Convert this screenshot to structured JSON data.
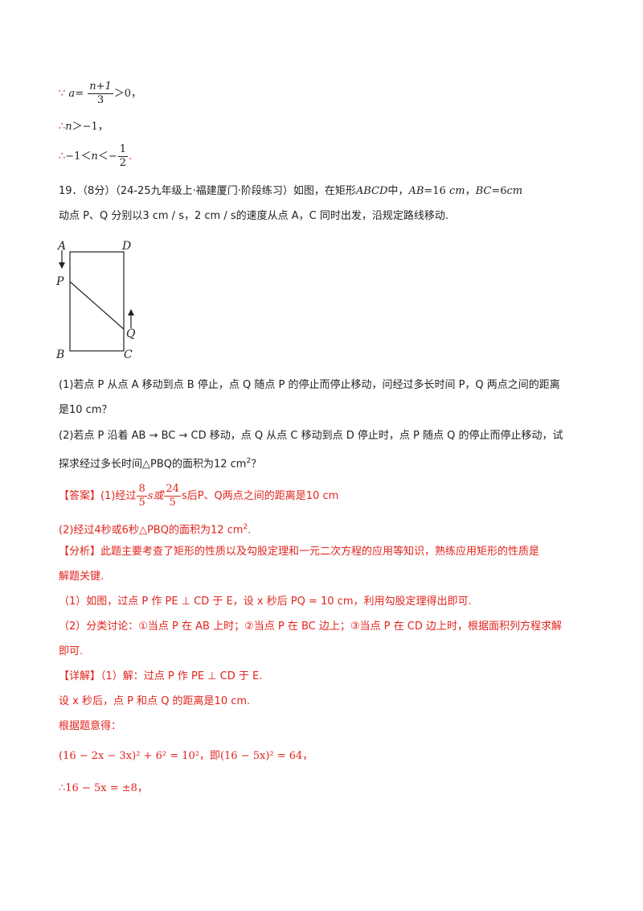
{
  "prev": {
    "l1": {
      "sym": "∵",
      "a": "a",
      "eq": "=",
      "num": "n+1",
      "den": "3",
      "tail": "＞0，"
    },
    "l2": {
      "sym": "∴",
      "n": "n",
      "tail": "＞−1，"
    },
    "l3": {
      "sym": "∴",
      "pre": "−1＜",
      "n": "n",
      "mid": "＜−",
      "num": "1",
      "den": "2",
      "tail": "."
    }
  },
  "q19": {
    "head": "19．（8分）（24-25九年级上·福建厦门·阶段练习）如图，在矩形",
    "abcd": "ABCD",
    "zh": "中，",
    "ab": "AB",
    "ab_val": "=16",
    "cm": "cm",
    "comma": "，",
    "bc": "BC",
    "bc_val": "=6",
    "line2": "动点 P、Q 分别以3 cm / s，2 cm / s的速度从点 A，C 同时出发，沿规定路线移动.",
    "labels": {
      "A": "A",
      "B": "B",
      "C": "C",
      "D": "D",
      "P": "P",
      "Q": "Q"
    },
    "p1_a": "(1)若点 P 从点 A 移动到点 B 停止，点 Q 随点 P 的停止而停止移动，问经过多长时间 P，Q 两点之间的距离",
    "p1_b": "是10 cm？",
    "p2_a": "(2)若点 P 沿着 AB → BC → CD 移动，点 Q 从点 C 移动到点 D 停止时，点 P 随点 Q 的停止而停止移动，试",
    "p2_b_pre": "探求经过多长时间△PBQ的面积为12 cm",
    "p2_b_sup": "2",
    "p2_b_tail": "？"
  },
  "answer": {
    "tag": "【答案】",
    "p1": "(1)经过",
    "f1_num": "8",
    "f1_den": "5",
    "s1": "s或",
    "f2_num": "24",
    "f2_den": "5",
    "s2": "s后P、Q两点之间的距离是10 cm",
    "p2_pre": "(2)经过4秒或6秒△PBQ的面积为12 cm",
    "p2_sup": "2",
    "p2_tail": "."
  },
  "analysis": {
    "a1": "【分析】此题主要考查了矩形的性质以及勾股定理和一元二次方程的应用等知识，熟练应用矩形的性质是",
    "a2": "解题关键.",
    "a3": "（1）如图，过点 P 作 PE ⊥ CD 于 E，设 x 秒后 PQ = 10 cm，利用勾股定理得出即可.",
    "a4": "（2）分类讨论：①当点 P 在 AB 上时；②当点 P 在 BC 边上；③当点 P 在 CD 边上时，根据面积列方程求解",
    "a5": "即可."
  },
  "detail": {
    "d1": "【详解】（1）解：过点 P 作 PE ⊥ CD 于 E.",
    "d2": "设 x 秒后，点 P 和点 Q 的距离是10 cm.",
    "d3": "根据题意得：",
    "d4": "(16 − 2x − 3x)² + 6² = 10²，即(16 − 5x)² = 64，",
    "d5": "∴16 − 5x = ±8，"
  }
}
